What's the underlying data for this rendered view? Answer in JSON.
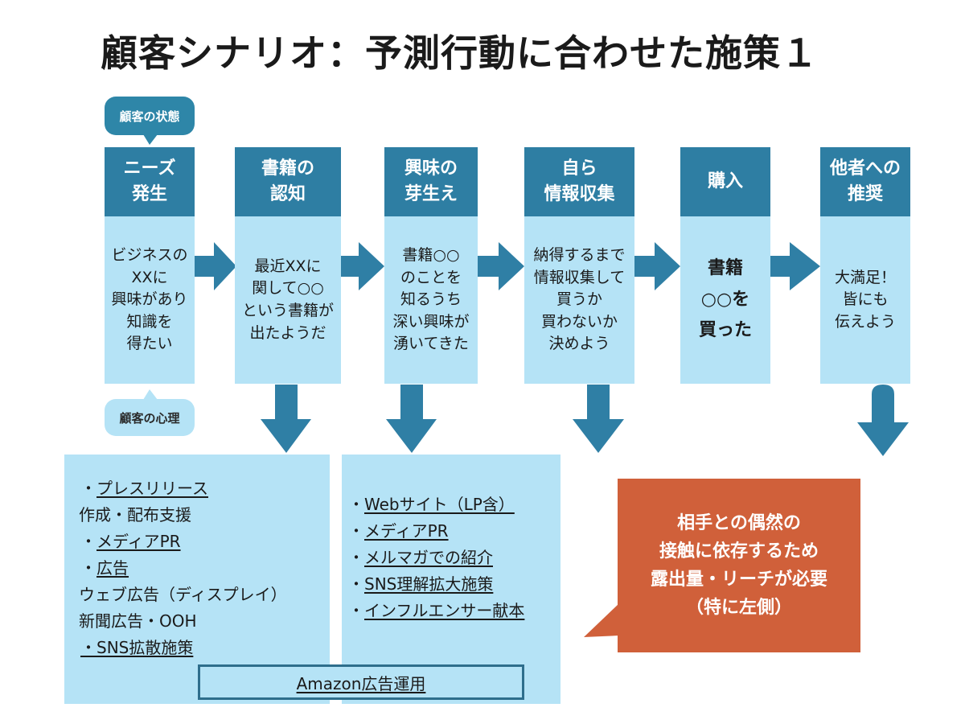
{
  "title": "顧客シナリオ：予測行動に合わせた施策１",
  "labels": {
    "state": "顧客の状態",
    "psychology": "顧客の心理"
  },
  "stages": [
    {
      "head": "ニーズ\n発生",
      "body": "ビジネスの\nXXに\n興味があり\n知識を\n得たい"
    },
    {
      "head": "書籍の\n認知",
      "body": "最近XXに\n関して○○\nという書籍が\n出たようだ"
    },
    {
      "head": "興味の\n芽生え",
      "body": "書籍○○\nのことを\n知るうち\n深い興味が\n湧いてきた"
    },
    {
      "head": "自ら\n情報収集",
      "body": "納得するまで\n情報収集して\n買うか\n買わないか\n決めよう"
    },
    {
      "head": "購入",
      "body": "書籍\n○○を\n買った"
    },
    {
      "head": "他者への\n推奨",
      "body": "大満足！\n皆にも\n伝えよう"
    }
  ],
  "left_panel": [
    {
      "text": "・プレスリリース",
      "link": "プレスリリース"
    },
    {
      "text": "作成・配布支援"
    },
    {
      "text": "・メディアPR",
      "link": "メディアPR"
    },
    {
      "text": "・広告",
      "link": "広告"
    },
    {
      "text": "ウェブ広告（ディスプレイ）"
    },
    {
      "text": "新聞広告・OOH"
    },
    {
      "text": "・SNS拡散施策",
      "link": "・SNS拡散施策"
    }
  ],
  "middle_panel": [
    {
      "text": "・Webサイト（LP含）",
      "link": "Webサイト（LP含）"
    },
    {
      "text": "・メディアPR",
      "link": "メディアPR"
    },
    {
      "text": "・メルマガでの紹介",
      "link": "メルマガでの紹介"
    },
    {
      "text": "・SNS理解拡大施策",
      "link": "SNS理解拡大施策"
    },
    {
      "text": "・インフルエンサー献本",
      "link": "インフルエンサー献本"
    }
  ],
  "amazon": "Amazon広告運用",
  "callout": "相手との偶然の\n接触に依存するため\n露出量・リーチが必要\n（特に左側）",
  "colors": {
    "header": "#2e7ea3",
    "light": "#b5e3f6",
    "arrow": "#2f7fa5",
    "callout": "#d0603a"
  }
}
